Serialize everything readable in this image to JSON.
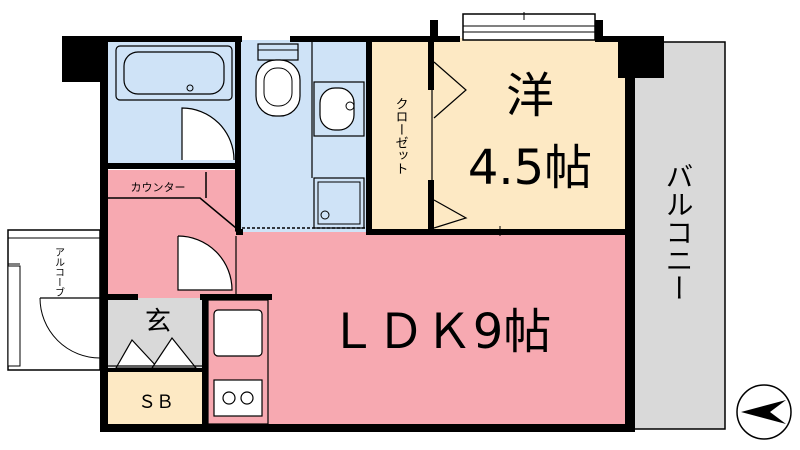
{
  "rooms": {
    "western": {
      "name": "洋",
      "size": "4.5帖"
    },
    "ldk": {
      "label": "ＬＤＫ9帖"
    },
    "closet": "クローゼット",
    "counter": "カウンター",
    "alcove": "アルコーブ",
    "entrance": "玄",
    "shoe_box": "ＳＢ",
    "balcony": "バルコニー"
  },
  "colors": {
    "ldk": "#f7a9b1",
    "western": "#fde9c4",
    "closet": "#fde9c4",
    "wet_area": "#cfe3f7",
    "entrance": "#d9d9d9",
    "shoe_box": "#fde9c4",
    "balcony": "#d9d9d9",
    "wall": "#000000"
  },
  "icons": [
    "bathtub-icon",
    "toilet-icon",
    "washbasin-icon",
    "sink-icon",
    "stove-icon",
    "north-arrow-icon"
  ]
}
